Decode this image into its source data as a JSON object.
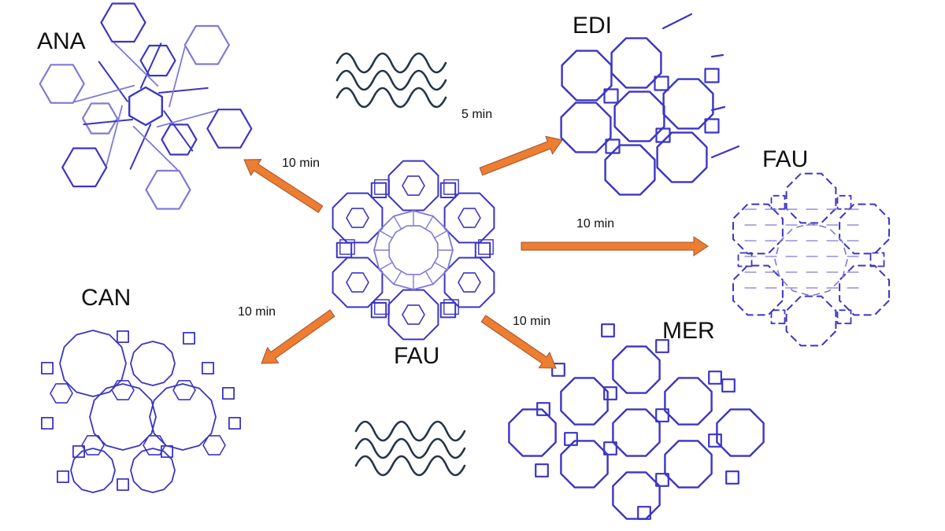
{
  "colors": {
    "framework": "#3b35c4",
    "framework_light": "#7f7ad6",
    "arrow": "#ed7d31",
    "arrow_edge": "#a0522d",
    "wave": "#253548",
    "text": "#111111"
  },
  "frameworks": {
    "center": "FAU",
    "ana": "ANA",
    "edi": "EDI",
    "fau_product": "FAU",
    "can": "CAN",
    "mer": "MER"
  },
  "times": {
    "to_ana": "10 min",
    "to_edi": "5 min",
    "to_fau": "10 min",
    "to_can": "10 min",
    "to_mer": "10 min"
  },
  "icons": [
    "wave-icon-top",
    "wave-icon-bottom"
  ]
}
